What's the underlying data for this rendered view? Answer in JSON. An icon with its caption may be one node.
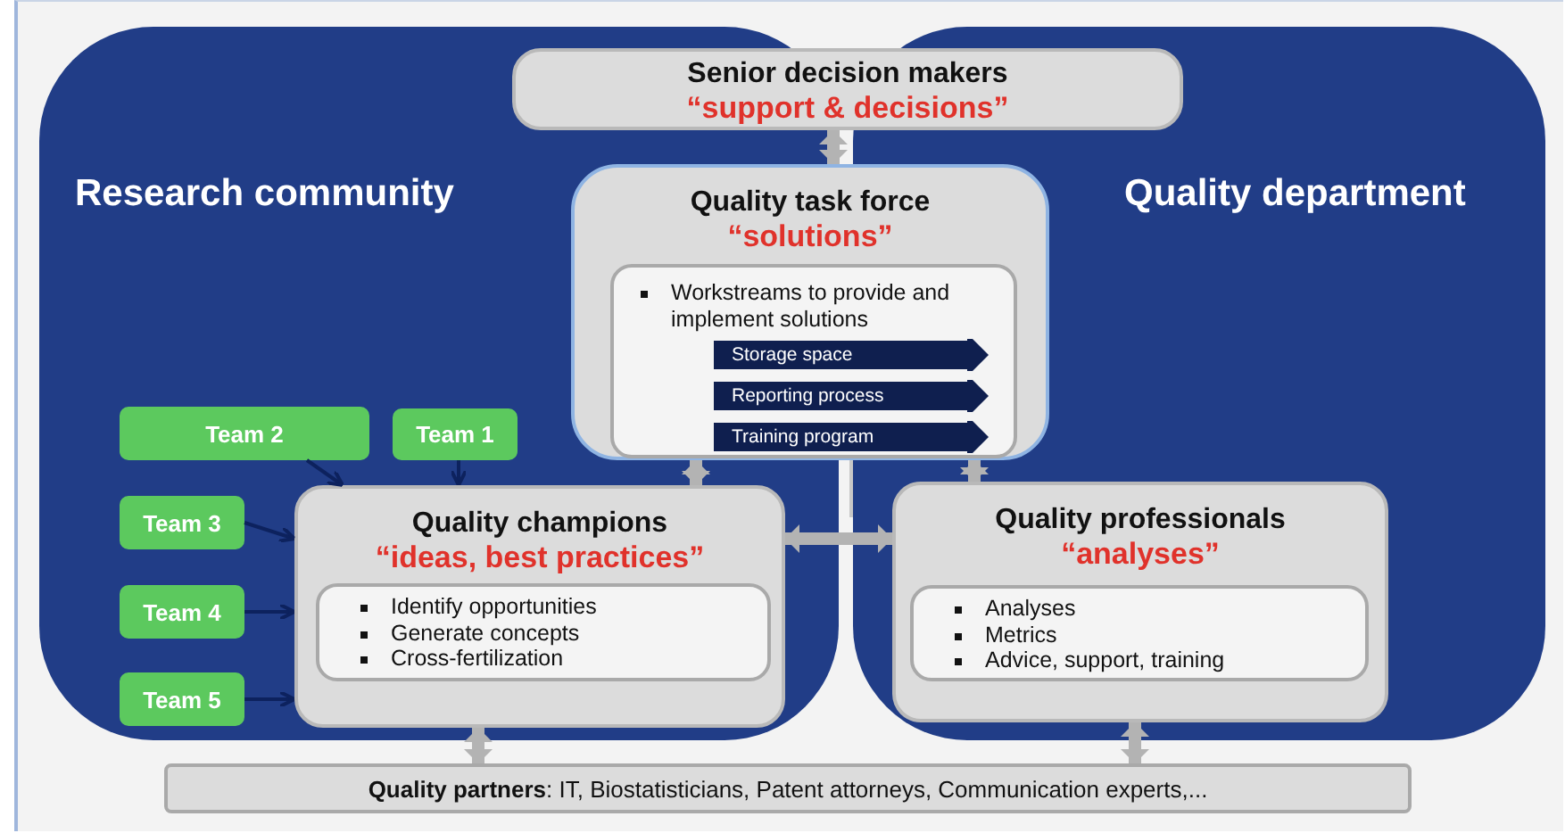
{
  "diagram": {
    "nodes": [
      {
        "text": [
          "Research community"
        ]
      },
      {
        "text": [
          "Quality department"
        ]
      },
      {
        "text": [
          "Senior decision makers",
          "“support & decisions”"
        ]
      },
      {
        "text": [
          "Quality task force",
          "“solutions”"
        ]
      },
      {
        "text": [
          "Workstreams to provide and implement solutions"
        ],
        "in": 3
      },
      {
        "text": [
          "Storage space"
        ],
        "in": 4
      },
      {
        "text": [
          "Reporting process"
        ],
        "in": 4
      },
      {
        "text": [
          "Training program"
        ],
        "in": 4
      },
      {
        "text": [
          "Quality champions",
          "“ideas, best practices”"
        ],
        "in": 0
      },
      {
        "text": [
          "Identify opportunities",
          "Generate concepts",
          "Cross-fertilization"
        ],
        "in": 8
      },
      {
        "text": [
          "Quality professionals",
          "“analyses”"
        ],
        "in": 1
      },
      {
        "text": [
          "Analyses",
          "Metrics",
          "Advice, support, training"
        ],
        "in": 10
      },
      {
        "text": [
          "Team 2"
        ],
        "in": 0
      },
      {
        "text": [
          "Team 1"
        ],
        "in": 0
      },
      {
        "text": [
          "Team 3"
        ],
        "in": 0
      },
      {
        "text": [
          "Team 4"
        ],
        "in": 0
      },
      {
        "text": [
          "Team 5"
        ],
        "in": 0
      },
      {
        "text": [
          "**Quality partners**: IT, Biostatisticians, Patent attorneys, Communication experts,..."
        ]
      }
    ],
    "edges": [
      {
        "from": 2,
        "to": 3,
        "arrow": "both"
      },
      {
        "from": 3,
        "to": 8,
        "arrow": "both"
      },
      {
        "from": 3,
        "to": 10,
        "arrow": "both"
      },
      {
        "from": 8,
        "to": 10,
        "arrow": "both"
      },
      {
        "from": 8,
        "to": 17,
        "arrow": "both"
      },
      {
        "from": 10,
        "to": 17,
        "arrow": "both"
      },
      {
        "from": 12,
        "to": 8,
        "arrow": "to",
        "color": "#0d225e"
      },
      {
        "from": 13,
        "to": 8,
        "arrow": "to",
        "color": "#0d225e"
      },
      {
        "from": 14,
        "to": 8,
        "arrow": "to",
        "color": "#0d225e"
      },
      {
        "from": 15,
        "to": 8,
        "arrow": "to",
        "color": "#0d225e"
      },
      {
        "from": 16,
        "to": 8,
        "arrow": "to",
        "color": "#0d225e"
      }
    ]
  }
}
